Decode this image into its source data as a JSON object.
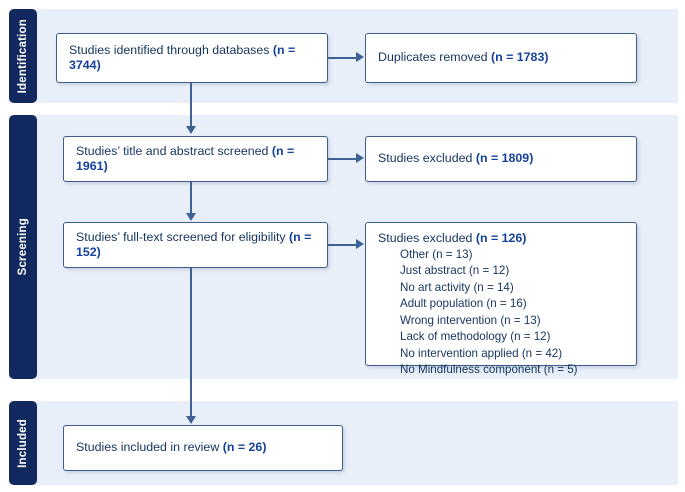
{
  "diagram": {
    "title": "PRISMA flow diagram",
    "colors": {
      "stage_bar": "#11295e",
      "panel_background": "#e9eff9",
      "box_border": "#3c5f8a",
      "box_text": "#15355e",
      "count_text": "#13419c",
      "connector": "#3f6193"
    }
  },
  "stages": {
    "identification": {
      "label": "Identification"
    },
    "screening": {
      "label": "Screening"
    },
    "included": {
      "label": "Included"
    }
  },
  "boxes": {
    "identified": {
      "text": "Studies identified through databases ",
      "count": "(n = 3744)"
    },
    "duplicates_removed": {
      "text": "Duplicates removed ",
      "count": "(n = 1783)"
    },
    "title_abstract_screened": {
      "text": "Studies’ title and abstract screened ",
      "count": "(n = 1961)"
    },
    "excluded_after_screening": {
      "text": "Studies excluded ",
      "count": "(n = 1809)"
    },
    "fulltext_screened": {
      "text": "Studies’ full-text screened for eligibility ",
      "count": "(n = 152)"
    },
    "excluded_after_fulltext": {
      "text": "Studies excluded ",
      "count": "(n = 126)",
      "reasons": [
        "Other (n = 13)",
        "Just abstract (n = 12)",
        "No art activity (n = 14)",
        "Adult population (n = 16)",
        "Wrong intervention (n = 13)",
        "Lack of methodology (n = 12)",
        "No intervention applied (n = 42)",
        "No Mindfulness component (n = 5)"
      ]
    },
    "included_in_review": {
      "text": "Studies included in review ",
      "count": "(n = 26)"
    }
  }
}
